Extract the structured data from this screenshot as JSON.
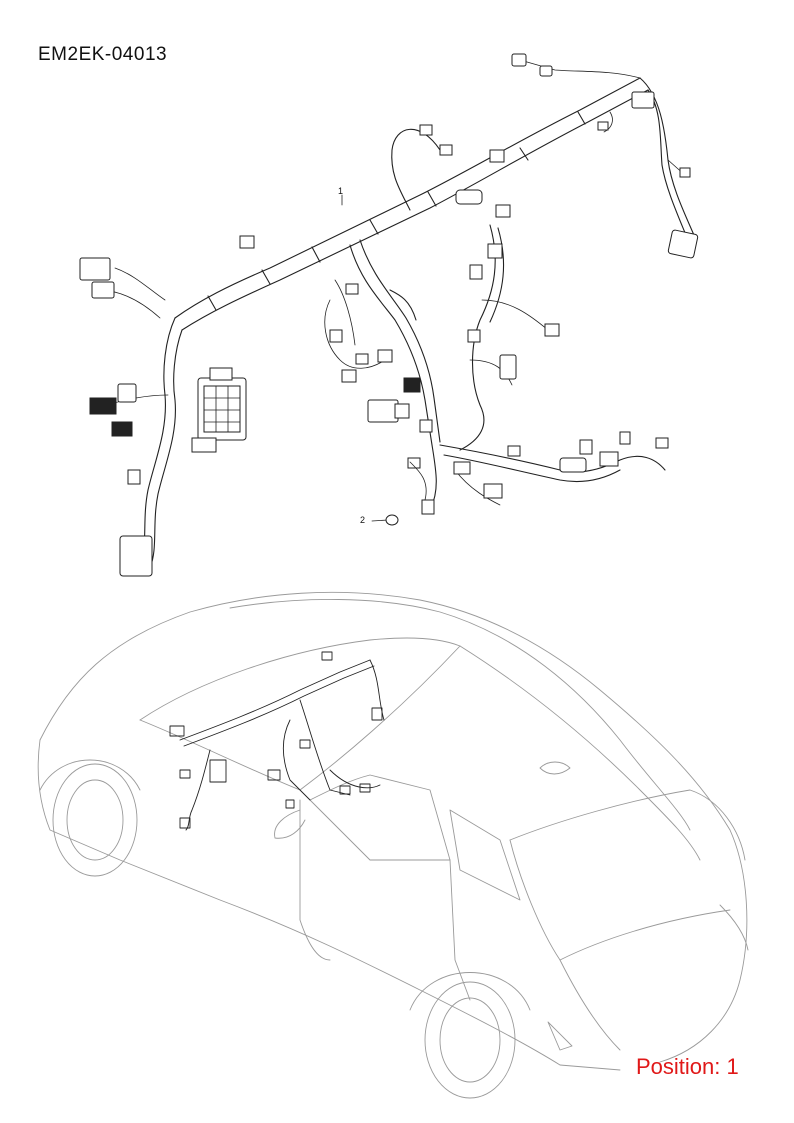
{
  "document": {
    "code": "EM2EK-04013",
    "position_label": "Position: 1"
  },
  "callouts": [
    {
      "id": "1",
      "label": "1"
    },
    {
      "id": "2",
      "label": "2"
    }
  ],
  "colors": {
    "line": "#222222",
    "car_outline": "#9a9a9a",
    "position_text": "#e01818"
  },
  "icons": [
    "wiring-harness-drawing",
    "vehicle-location-drawing"
  ]
}
